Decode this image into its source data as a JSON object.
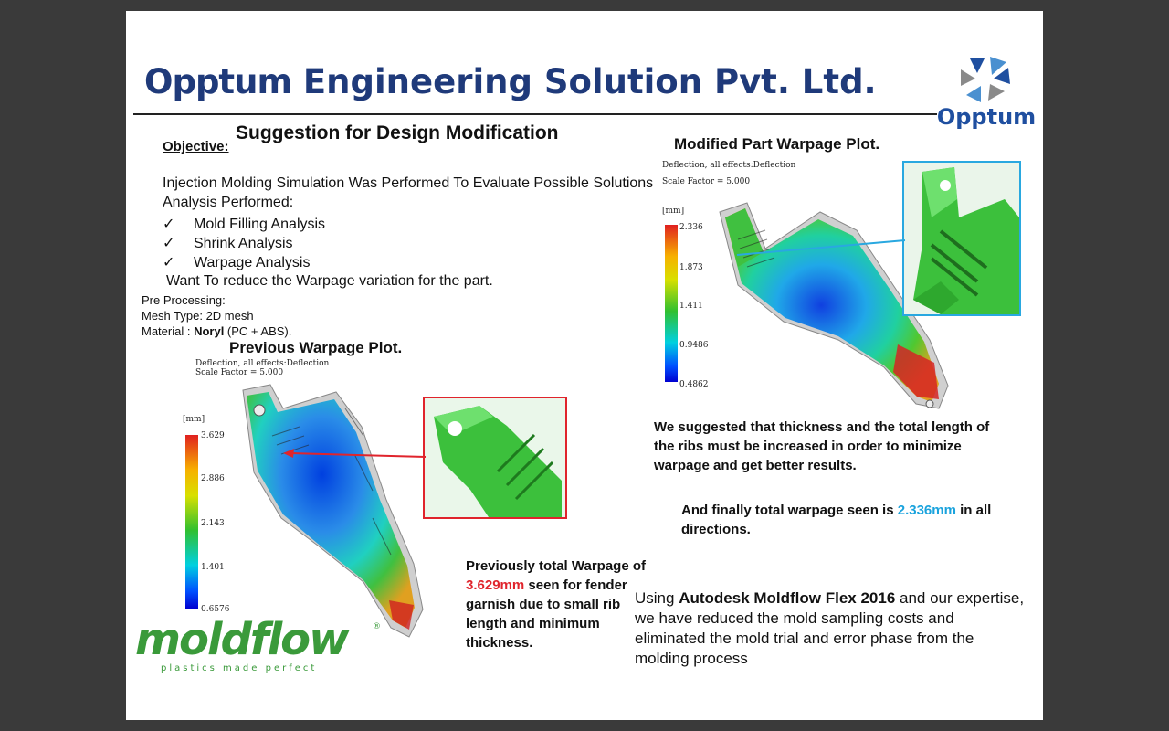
{
  "header": {
    "brand": "Opptum",
    "title_rest": " Engineering Solution Pvt. Ltd.",
    "logo_text": "Opptum"
  },
  "objective": {
    "label": "Objective:",
    "title": "Suggestion for Design Modification",
    "intro": "Injection Molding Simulation Was Performed To Evaluate Possible Solutions",
    "analysis_heading": "Analysis Performed:",
    "check_mark": "✓",
    "analyses": [
      "Mold Filling Analysis",
      "Shrink Analysis",
      "Warpage Analysis"
    ],
    "goal": "Want To reduce the Warpage variation  for the part."
  },
  "preprocessing": {
    "heading": "Pre Processing:",
    "mesh": "Mesh Type: 2D mesh",
    "material_label": "Material : ",
    "material_name": "Noryl",
    "material_rest": " (PC + ABS)."
  },
  "previous_plot": {
    "heading": "Previous Warpage Plot.",
    "info1": "Deflection, all effects:Deflection",
    "info2": "Scale Factor = 5.000",
    "unit": "[mm]",
    "scale": [
      "3.629",
      "2.886",
      "2.143",
      "1.401",
      "0.6576"
    ],
    "callout_color": "#e0242c"
  },
  "modified_plot": {
    "heading": "Modified Part Warpage Plot.",
    "info1": "Deflection, all effects:Deflection",
    "info2": "Scale Factor = 5.000",
    "unit": "[mm]",
    "scale": [
      "2.336",
      "1.873",
      "1.411",
      "0.9486",
      "0.4862"
    ],
    "callout_color": "#29a8e0"
  },
  "notes": {
    "suggestion": "We suggested that thickness and the total length of the ribs must be increased in order to minimize warpage and get better results.",
    "final_pre": "And finally total warpage seen is ",
    "final_value": "2.336mm",
    "final_post": " in all directions.",
    "prev_pre": "Previously total  Warpage of ",
    "prev_value": "3.629mm",
    "prev_post": " seen for fender garnish due to small rib length and minimum thickness.",
    "conclusion_pre": "Using ",
    "conclusion_bold": "Autodesk Moldflow Flex 2016",
    "conclusion_post": " and our expertise, we have reduced the mold sampling costs and eliminated the mold trial and error phase from the molding process"
  },
  "moldflow_logo": {
    "word": "moldflow",
    "tagline": "plastics made perfect",
    "mark": "®"
  }
}
